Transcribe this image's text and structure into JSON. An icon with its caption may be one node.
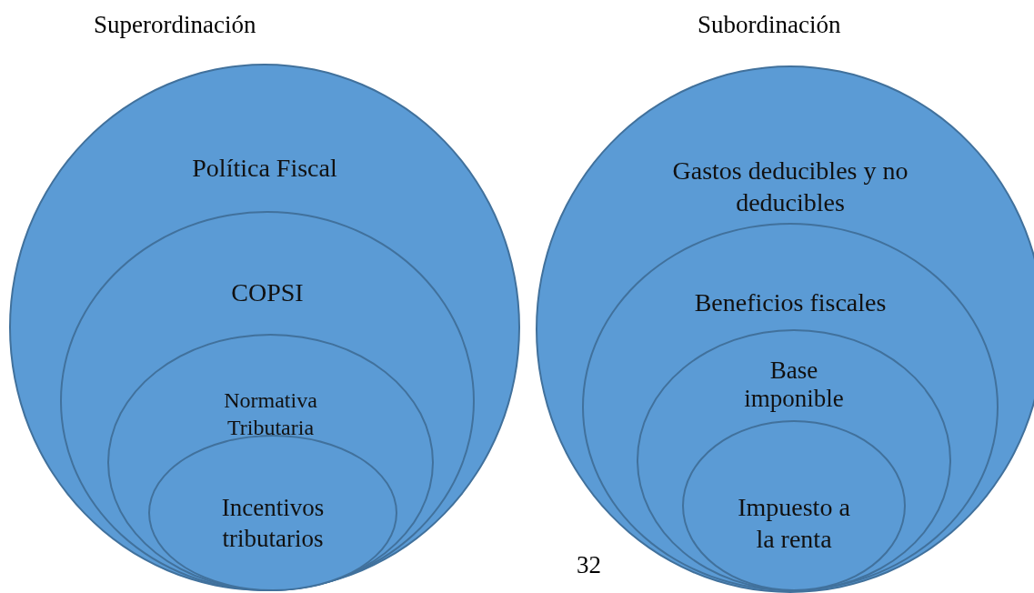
{
  "diagram": {
    "nodes": [
      {
        "text": [
          "Política Fiscal"
        ]
      },
      {
        "text": [
          "COPSI"
        ],
        "in": 0
      },
      {
        "text": [
          "Normativa Tributaria"
        ],
        "in": 1
      },
      {
        "text": [
          "Incentivos tributarios"
        ],
        "in": 2
      },
      {
        "text": [
          "Gastos deducibles y no deducibles"
        ]
      },
      {
        "text": [
          "Beneficios fiscales"
        ],
        "in": 4
      },
      {
        "text": [
          "Base imponible"
        ],
        "in": 5
      },
      {
        "text": [
          "Impuesto a la renta"
        ],
        "in": 6
      }
    ],
    "labels": [
      "Superordinación",
      "Subordinación",
      "32"
    ]
  }
}
